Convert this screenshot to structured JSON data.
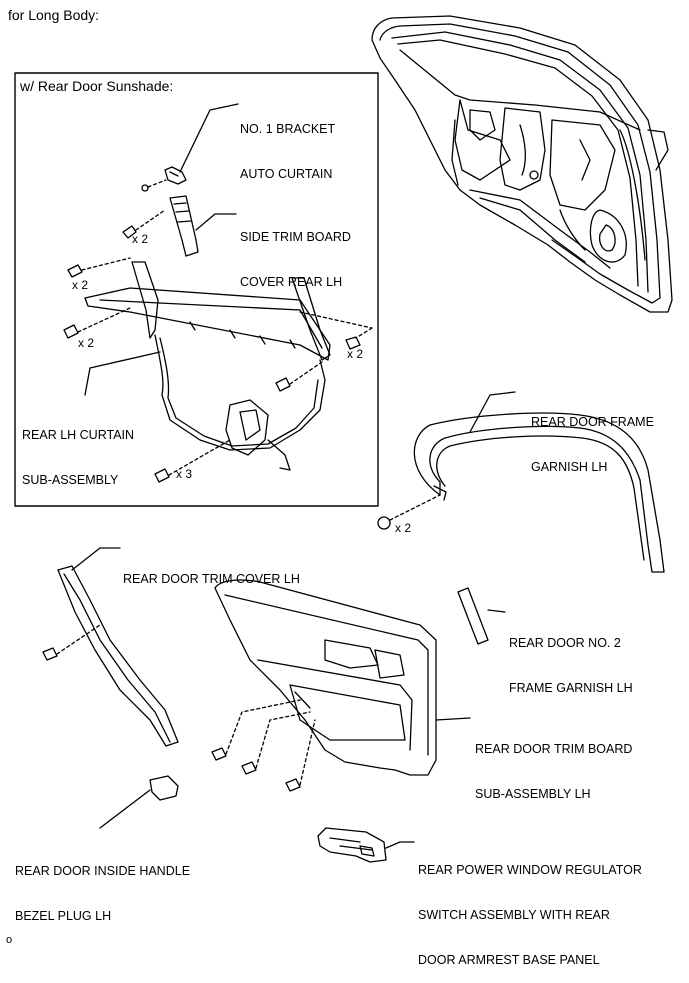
{
  "section_title": "for Long Body:",
  "inset": {
    "title": "w/ Rear Door Sunshade:"
  },
  "parts": {
    "bracket": [
      "NO. 1 BRACKET",
      "AUTO CURTAIN"
    ],
    "side_trim": [
      "SIDE TRIM BOARD",
      "COVER REAR LH"
    ],
    "curtain": [
      "REAR LH CURTAIN",
      "SUB-ASSEMBLY"
    ],
    "frame_garnish": [
      "REAR DOOR FRAME",
      "GARNISH LH"
    ],
    "trim_cover": [
      "REAR DOOR TRIM COVER LH"
    ],
    "no2_garnish": [
      "REAR DOOR NO. 2",
      "FRAME GARNISH LH"
    ],
    "trim_board": [
      "REAR DOOR TRIM BOARD",
      "SUB-ASSEMBLY LH"
    ],
    "handle_plug": [
      "REAR DOOR INSIDE HANDLE",
      "BEZEL PLUG LH"
    ],
    "regulator_switch": [
      "REAR POWER WINDOW REGULATOR",
      "SWITCH ASSEMBLY WITH REAR",
      "DOOR ARMREST BASE PANEL"
    ]
  },
  "quantities": {
    "q1": "x 2",
    "q2": "x 2",
    "q3": "x 2",
    "q4": "x 2",
    "q5": "x 3",
    "q6": "x 2"
  },
  "footer_mark": "o"
}
